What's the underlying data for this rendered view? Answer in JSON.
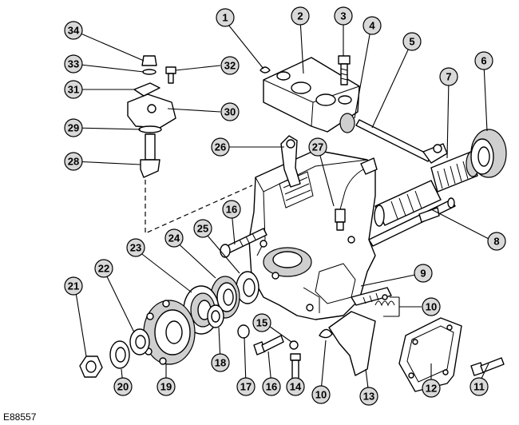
{
  "figure_ref": "E88557",
  "callouts": [
    "1",
    "2",
    "3",
    "4",
    "5",
    "6",
    "7",
    "8",
    "9",
    "10",
    "10",
    "11",
    "12",
    "13",
    "14",
    "15",
    "16",
    "16",
    "17",
    "18",
    "19",
    "20",
    "21",
    "22",
    "23",
    "24",
    "25",
    "26",
    "27",
    "28",
    "29",
    "30",
    "31",
    "32",
    "33",
    "34"
  ]
}
